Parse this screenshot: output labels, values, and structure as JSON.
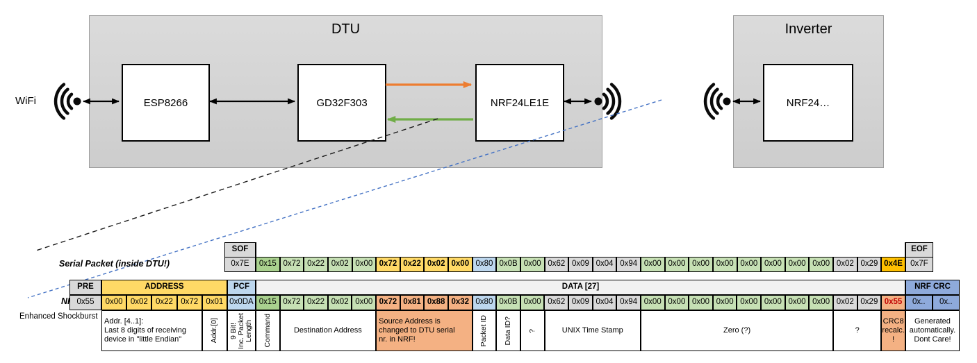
{
  "diagram": {
    "wifi_label": "WiFi",
    "dtu": {
      "title": "DTU",
      "components": [
        {
          "label": "ESP8266"
        },
        {
          "label": "GD32F303"
        },
        {
          "label": "NRF24LE1E"
        }
      ]
    },
    "inverter": {
      "title": "Inverter",
      "components": [
        {
          "label": "NRF24…"
        }
      ]
    }
  },
  "colors": {
    "gd": "#A9D18E",
    "gl": "#C6E0B4",
    "au": "#FFD966",
    "am": "#FFC000",
    "bl": "#BDD7EE",
    "bm": "#8EAADB",
    "gy": "#D9D9D9",
    "sa": "#F4B183",
    "w": "#FFFFFF",
    "orange_arrow": "#ED7D31",
    "green_arrow": "#70AD47",
    "blue_dashed": "#4472C4",
    "dark_red_text": "#C00000"
  },
  "serial_packet": {
    "label": "Serial Packet (inside DTU!)",
    "sof_header": "SOF",
    "sof_value": "0x7E",
    "eof_header": "EOF",
    "eof_value": "0x7F",
    "bytes": [
      {
        "v": "0x15",
        "c": "gd"
      },
      {
        "v": "0x72",
        "c": "gl"
      },
      {
        "v": "0x22",
        "c": "gl"
      },
      {
        "v": "0x02",
        "c": "gl"
      },
      {
        "v": "0x00",
        "c": "gl"
      },
      {
        "v": "0x72",
        "c": "au",
        "b": 1
      },
      {
        "v": "0x22",
        "c": "au",
        "b": 1
      },
      {
        "v": "0x02",
        "c": "au",
        "b": 1
      },
      {
        "v": "0x00",
        "c": "au",
        "b": 1
      },
      {
        "v": "0x80",
        "c": "bl"
      },
      {
        "v": "0x0B",
        "c": "gl"
      },
      {
        "v": "0x00",
        "c": "gl"
      },
      {
        "v": "0x62",
        "c": "gy"
      },
      {
        "v": "0x09",
        "c": "gy"
      },
      {
        "v": "0x04",
        "c": "gy"
      },
      {
        "v": "0x94",
        "c": "gy"
      },
      {
        "v": "0x00",
        "c": "gl"
      },
      {
        "v": "0x00",
        "c": "gl"
      },
      {
        "v": "0x00",
        "c": "gl"
      },
      {
        "v": "0x00",
        "c": "gl"
      },
      {
        "v": "0x00",
        "c": "gl"
      },
      {
        "v": "0x00",
        "c": "gl"
      },
      {
        "v": "0x00",
        "c": "gl"
      },
      {
        "v": "0x00",
        "c": "gl"
      },
      {
        "v": "0x02",
        "c": "gy"
      },
      {
        "v": "0x29",
        "c": "gy"
      },
      {
        "v": "0x4E",
        "c": "am",
        "b": 1
      }
    ]
  },
  "nrf_packet": {
    "label": "NRF Packet",
    "sublabel": "Enhanced Shockburst",
    "pre_header": "PRE",
    "pre_value": "0x55",
    "address_header": "ADDRESS",
    "address_values": [
      "0x00",
      "0x02",
      "0x22",
      "0x72",
      "0x01"
    ],
    "pcf_header": "PCF",
    "pcf_value": "0x0DA",
    "data_header": "DATA [27]",
    "crc_header": "NRF CRC",
    "crc_values": [
      "0x..",
      "0x.."
    ],
    "bytes": [
      {
        "v": "0x15",
        "c": "gd"
      },
      {
        "v": "0x72",
        "c": "gl"
      },
      {
        "v": "0x22",
        "c": "gl"
      },
      {
        "v": "0x02",
        "c": "gl"
      },
      {
        "v": "0x00",
        "c": "gl"
      },
      {
        "v": "0x72",
        "c": "sa",
        "b": 1
      },
      {
        "v": "0x81",
        "c": "sa",
        "b": 1
      },
      {
        "v": "0x88",
        "c": "sa",
        "b": 1
      },
      {
        "v": "0x32",
        "c": "sa",
        "b": 1
      },
      {
        "v": "0x80",
        "c": "bl"
      },
      {
        "v": "0x0B",
        "c": "gl"
      },
      {
        "v": "0x00",
        "c": "gl"
      },
      {
        "v": "0x62",
        "c": "gy"
      },
      {
        "v": "0x09",
        "c": "gy"
      },
      {
        "v": "0x04",
        "c": "gy"
      },
      {
        "v": "0x94",
        "c": "gy"
      },
      {
        "v": "0x00",
        "c": "gl"
      },
      {
        "v": "0x00",
        "c": "gl"
      },
      {
        "v": "0x00",
        "c": "gl"
      },
      {
        "v": "0x00",
        "c": "gl"
      },
      {
        "v": "0x00",
        "c": "gl"
      },
      {
        "v": "0x00",
        "c": "gl"
      },
      {
        "v": "0x00",
        "c": "gl"
      },
      {
        "v": "0x00",
        "c": "gl"
      },
      {
        "v": "0x02",
        "c": "gy"
      },
      {
        "v": "0x29",
        "c": "gy"
      },
      {
        "v": "0x55",
        "c": "sa",
        "b": 1,
        "tc": "#C00000"
      }
    ],
    "annotations": [
      {
        "t": "Addr. [4..1]:\nLast 8 digits of receiving\ndevice in \"little Endian\"",
        "sec": "addr",
        "span": 4,
        "al": "l"
      },
      {
        "t": "Addr.[0]",
        "sec": "addr",
        "span": 1,
        "rot": 1
      },
      {
        "t": "9 Bit!\nInc. Packet\nLength",
        "sec": "pcf",
        "span": 1,
        "rot": 1
      },
      {
        "t": "Command",
        "sec": "data",
        "span": 1,
        "rot": 1
      },
      {
        "t": "Destination Address",
        "sec": "data",
        "span": 4
      },
      {
        "t": "Source Address is\nchanged to DTU serial\nnr. in NRF!",
        "sec": "data",
        "span": 4,
        "bg": "sa",
        "al": "l"
      },
      {
        "t": "Packet ID",
        "sec": "data",
        "span": 1,
        "rot": 1
      },
      {
        "t": "Data ID?",
        "sec": "data",
        "span": 1,
        "rot": 1
      },
      {
        "t": "?",
        "sec": "data",
        "span": 1,
        "rot": 1
      },
      {
        "t": "UNIX Time Stamp",
        "sec": "data",
        "span": 4
      },
      {
        "t": "Zero (?)",
        "sec": "data",
        "span": 8
      },
      {
        "t": "?",
        "sec": "data",
        "span": 2
      },
      {
        "t": "CRC8\nrecalc.\n!",
        "sec": "data",
        "span": 1,
        "bg": "sa"
      },
      {
        "t": "Generated\nautomatically.\nDont Care!",
        "sec": "crc",
        "span": 2
      }
    ]
  }
}
